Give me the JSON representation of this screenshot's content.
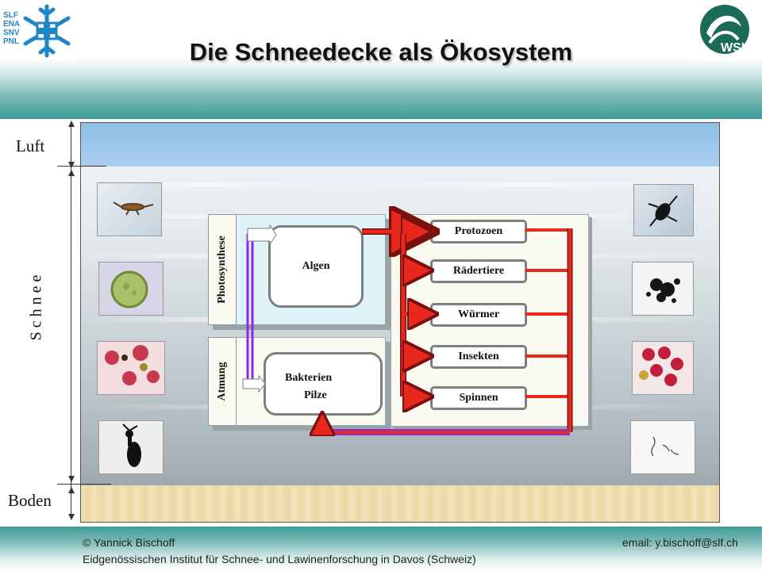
{
  "header": {
    "title": "Die Schneedecke als Ökosystem",
    "logo_left": {
      "lines": [
        "SLF",
        "ENA",
        "SNV",
        "PNL"
      ],
      "icon": "snowflake-cross-icon",
      "color": "#1f86c8"
    },
    "logo_right": {
      "text": "WSL",
      "icon": "wsl-swoosh-icon",
      "color": "#1b6b58"
    }
  },
  "layers": {
    "air_label": "Luft",
    "snow_label": "S c h n e e",
    "ground_label": "Boden"
  },
  "thumbnails": {
    "left": [
      "springtail-photo",
      "alga-cell-photo",
      "red-algae-photo",
      "springtail-silhouette-photo"
    ],
    "right": [
      "beetle-photo",
      "dark-particles-photo",
      "red-spores-photo",
      "bacteria-strands-photo"
    ]
  },
  "diagram": {
    "process_photosynthesis": "Photosynthese",
    "process_respiration": "Atmung",
    "producers": {
      "algae": "Algen",
      "bacteria": "Bakterien",
      "fungi": "Pilze"
    },
    "consumers": [
      "Protozoen",
      "Rädertiere",
      "Würmer",
      "Insekten",
      "Spinnen"
    ]
  },
  "colors": {
    "flow_arrow": "#e8281c",
    "flow_outline": "#7a1010",
    "feedback_line": "#8a2be2",
    "header_teal": "#3f9b96"
  },
  "footer": {
    "author": "© Yannick Bischoff",
    "email": "email: y.bischoff@slf.ch",
    "institute": "Eidgenössischen Institut für Schnee- und Lawinenforschung in Davos (Schweiz)"
  }
}
